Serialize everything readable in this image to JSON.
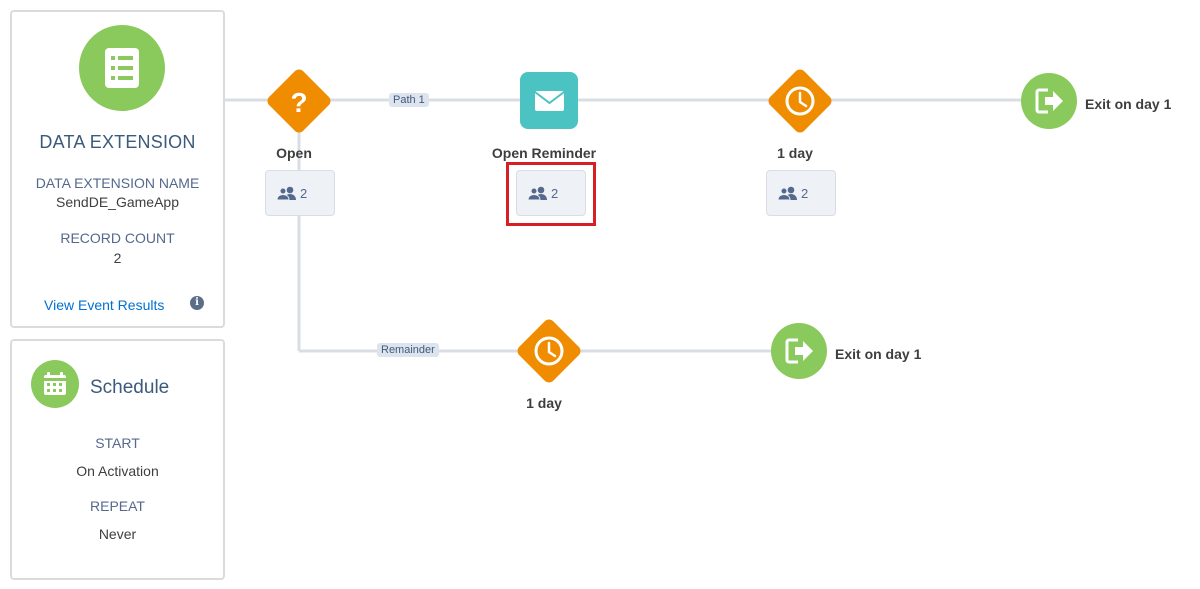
{
  "data_extension_card": {
    "title": "DATA EXTENSION",
    "name_label": "DATA EXTENSION NAME",
    "name_value": "SendDE_GameApp",
    "count_label": "RECORD COUNT",
    "count_value": "2",
    "link_text": "View Event Results",
    "info_glyph": "i",
    "icon": "list-icon",
    "icon_color": "#8ac95c"
  },
  "schedule_card": {
    "title": "Schedule",
    "start_label": "START",
    "start_value": "On Activation",
    "repeat_label": "REPEAT",
    "repeat_value": "Never",
    "icon": "calendar-icon"
  },
  "flow": {
    "line_color": "#d8dde6",
    "decision": {
      "label": "Open",
      "glyph": "?",
      "count": "2",
      "color": "#f08c00"
    },
    "email": {
      "label": "Open Reminder",
      "count": "2",
      "color": "#4bc3c3",
      "icon": "envelope-icon"
    },
    "wait_top": {
      "label": "1 day",
      "count": "2",
      "icon": "clock-icon"
    },
    "exit_top": {
      "label": "Exit on day 1",
      "icon": "exit-icon",
      "color": "#8ac95c"
    },
    "path_top": {
      "label": "Path 1"
    },
    "path_bottom": {
      "label": "Remainder"
    },
    "wait_bottom": {
      "label": "1 day",
      "icon": "clock-icon"
    },
    "exit_bottom": {
      "label": "Exit on day 1",
      "icon": "exit-icon"
    },
    "highlight_color": "#d91f26"
  }
}
